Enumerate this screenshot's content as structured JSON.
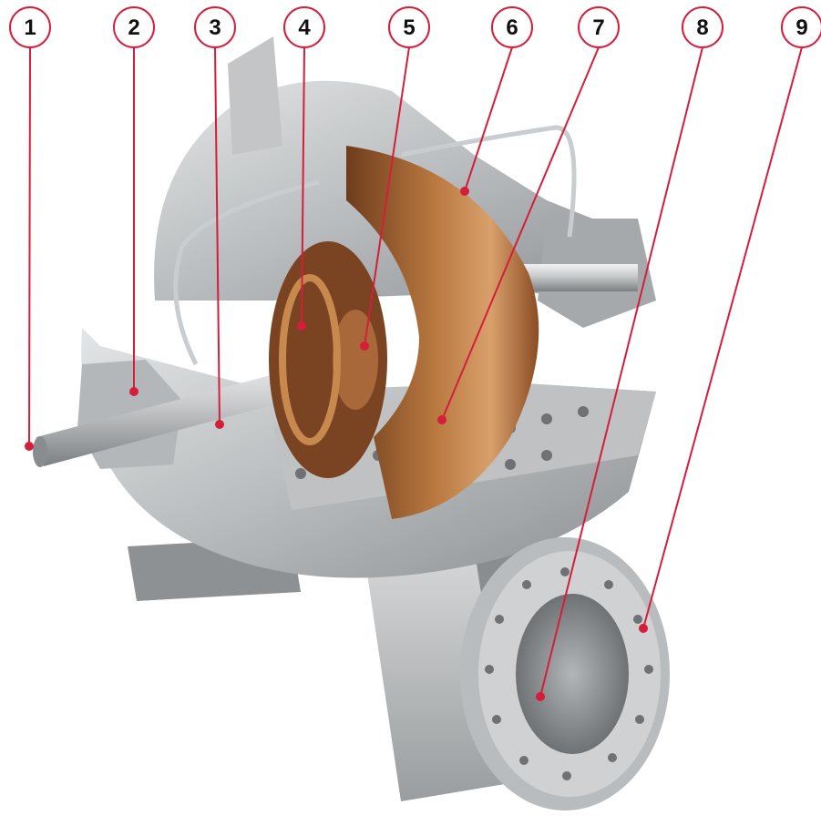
{
  "colors": {
    "callout": "#d41e3a",
    "metal_light": "#c9cbcd",
    "metal_mid": "#a9acae",
    "metal_dark": "#7e8183",
    "cut_face": "#b7b9bb",
    "impeller": "#a8683a",
    "impeller_light": "#d29a66",
    "shaft": "#d8dadc"
  },
  "callouts": [
    {
      "number": "1",
      "target": "shaft"
    },
    {
      "number": "2",
      "target": "bearing housing"
    },
    {
      "number": "3",
      "target": "shaft seal"
    },
    {
      "number": "4",
      "target": "casing wear ring"
    },
    {
      "number": "5",
      "target": "impeller hub"
    },
    {
      "number": "6",
      "target": "upper casing"
    },
    {
      "number": "7",
      "target": "impeller"
    },
    {
      "number": "8",
      "target": "suction nozzle"
    },
    {
      "number": "9",
      "target": "discharge flange"
    }
  ]
}
